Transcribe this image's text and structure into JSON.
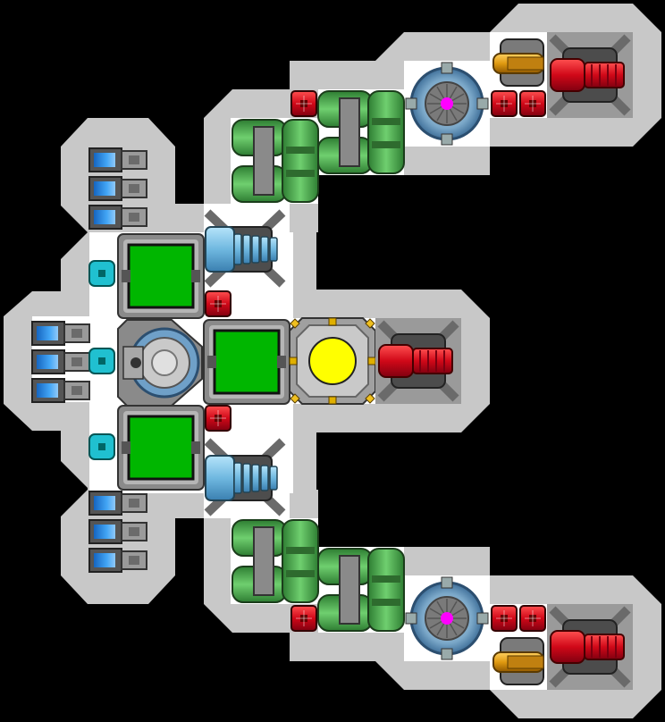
{
  "title": "",
  "colors": {
    "background": "#000000",
    "hull_armor": "#c8c8c8",
    "floor": "#ffffff",
    "reactor_green": "#00b600",
    "core_yellow": "#ffff00",
    "shield_magenta": "#ff00ff",
    "thruster_blue": "#3a9fd8",
    "laser_red": "#dd1020",
    "beam_blue": "#7ec8ee",
    "tank_green": "#4caf50",
    "cyan_node": "#20c0d0",
    "gold_gun": "#e0a020"
  },
  "modules": {
    "reactors": [
      "reactor-top",
      "reactor-middle",
      "reactor-bottom"
    ],
    "core": "power-core",
    "shield_generators": [
      "shield-generator-top",
      "shield-generator-bottom"
    ],
    "cockpit": "command-pod",
    "thruster_banks": [
      "thruster-bank-upper",
      "thruster-bank-center",
      "thruster-bank-lower"
    ],
    "weapons": [
      "laser-turret-top",
      "laser-turret-center",
      "laser-turret-bottom",
      "beam-cannon-upper",
      "beam-cannon-lower",
      "railgun-top",
      "railgun-bottom"
    ]
  }
}
